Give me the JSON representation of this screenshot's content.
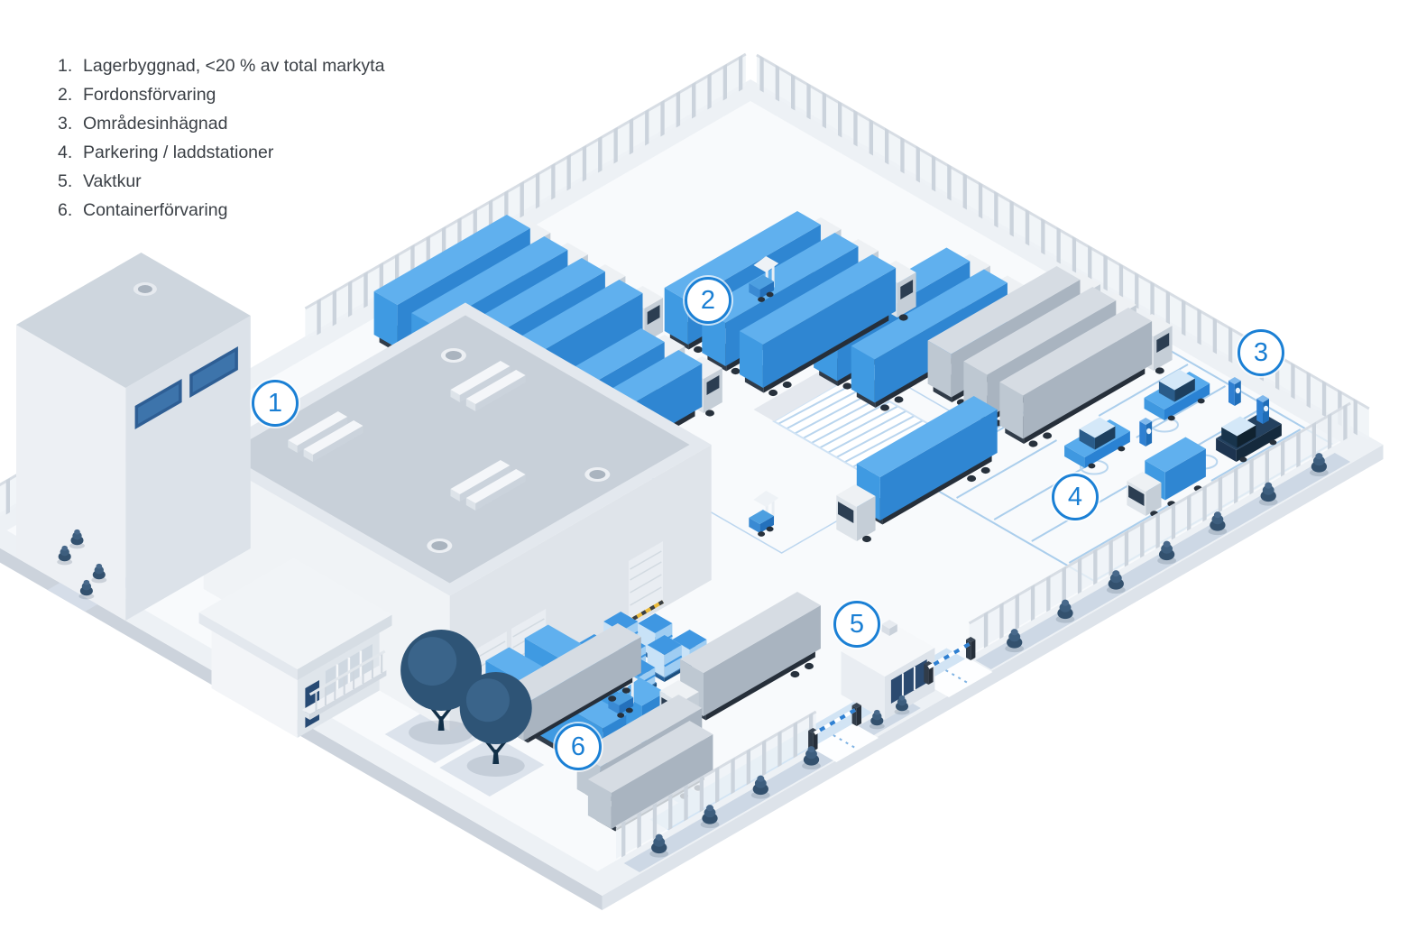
{
  "legend": {
    "items": [
      {
        "num": "1.",
        "text": "Lagerbyggnad, <20 % av total markyta"
      },
      {
        "num": "2.",
        "text": "Fordonsförvaring"
      },
      {
        "num": "3.",
        "text": "Områdesinhägnad"
      },
      {
        "num": "4.",
        "text": "Parkering / laddstationer"
      },
      {
        "num": "5.",
        "text": "Vaktkur"
      },
      {
        "num": "6.",
        "text": "Containerförvaring"
      }
    ]
  },
  "markers": [
    {
      "label": "1"
    },
    {
      "label": "2"
    },
    {
      "label": "3"
    },
    {
      "label": "4"
    },
    {
      "label": "5"
    },
    {
      "label": "6"
    }
  ],
  "colors": {
    "accent": "#1b80d5",
    "truck_blue": "#3f9ae2",
    "container_gray": "#bec8d2",
    "tree": "#2e5476",
    "bush": "#3d5e7e",
    "fence": "#e7ebf0",
    "ground": "#edf1f5",
    "road": "#d2e4f4",
    "dark_window": "#2c3e52"
  }
}
